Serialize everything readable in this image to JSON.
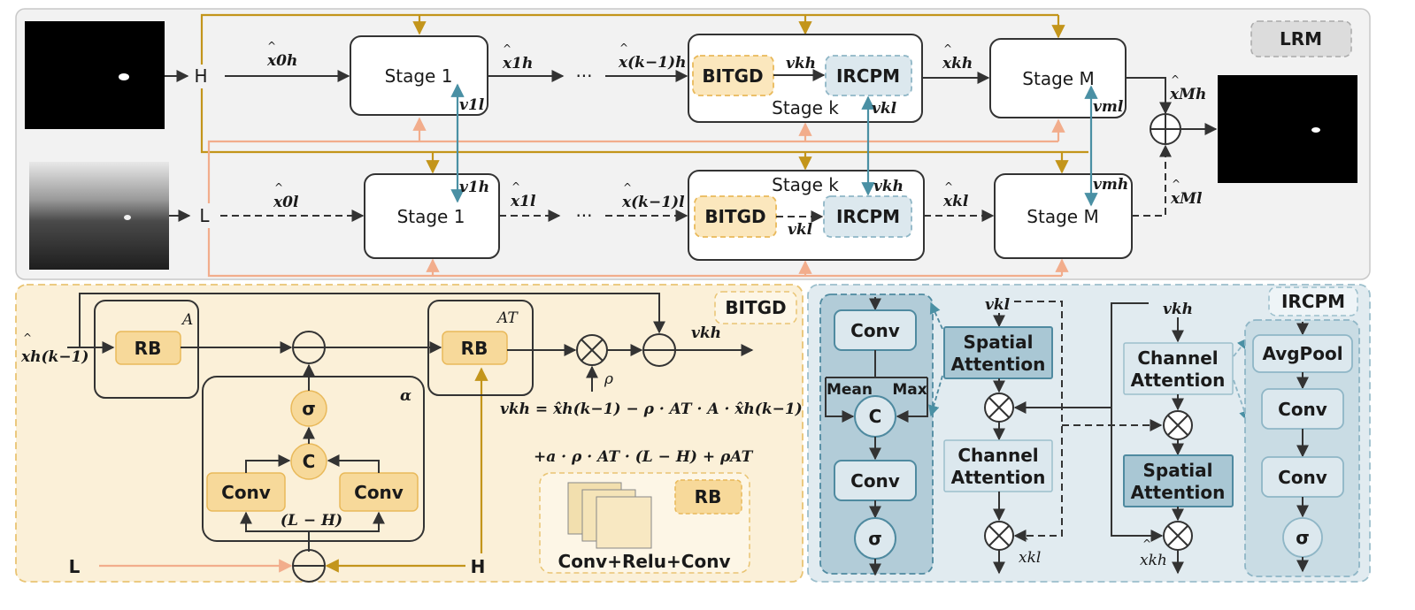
{
  "lrm": {
    "tag": "LRM",
    "h_label": "H",
    "l_label": "L",
    "stage1": "Stage 1",
    "stagek": "Stage k",
    "stagem": "Stage M",
    "bitgd": "BITGD",
    "ircpm": "IRCPM",
    "dots": "···",
    "x0h": "x0h",
    "x1h": "x1h",
    "xk1h": "x(k−1)h",
    "xkh": "xkh",
    "xMh": "xMh",
    "x0l": "x0l",
    "x1l": "x1l",
    "xk1l": "x(k−1)l",
    "xkl": "xkl",
    "xMl": "xMl",
    "v1l": "v1l",
    "v1h": "v1h",
    "vkh": "vkh",
    "vkl": "vkl",
    "vml": "vml",
    "vmh": "vmh"
  },
  "bitgd": {
    "tag": "BITGD",
    "input": "xh(k−1)",
    "rb": "RB",
    "a": "A",
    "at": "AT",
    "alpha": "α",
    "sigma": "σ",
    "c": "C",
    "conv": "Conv",
    "lh": "(L − H)",
    "l": "L",
    "h": "H",
    "rho": "ρ",
    "vkh": "vkh",
    "eq1": "vkh = x̂h(k−1) − ρ · AT · A · x̂h(k−1)",
    "eq2": "+a · ρ · AT · (L − H) + ρAT",
    "rb_legend": "RB",
    "rb_desc": "Conv+Relu+Conv"
  },
  "ircpm": {
    "tag": "IRCPM",
    "conv": "Conv",
    "mean": "Mean",
    "max": "Max",
    "c": "C",
    "sigma": "σ",
    "spatial1": "Spatial",
    "spatial2": "Attention",
    "channel1": "Channel",
    "channel2": "Attention",
    "avgpool": "AvgPool",
    "vkl": "vkl",
    "vkh": "vkh",
    "xkl": "xkl",
    "xkh": "xkh"
  }
}
